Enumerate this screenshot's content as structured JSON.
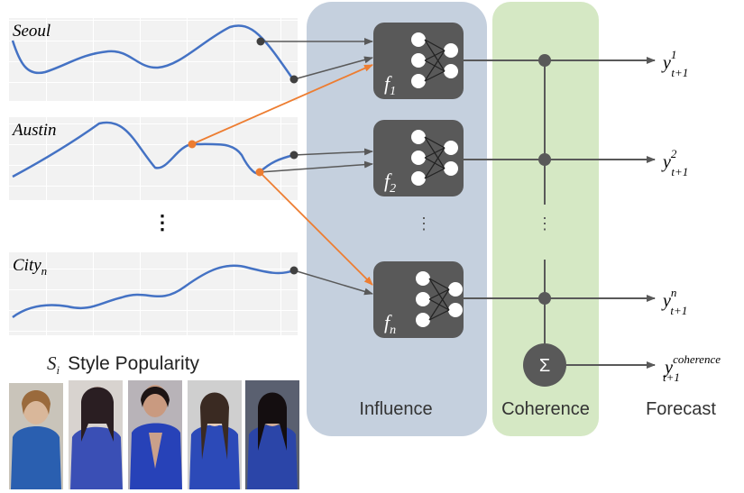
{
  "cities": [
    {
      "name": "Seoul",
      "sub": ""
    },
    {
      "name": "Austin",
      "sub": ""
    },
    {
      "name": "City",
      "sub": "n"
    }
  ],
  "caption": {
    "symbol": "S",
    "sub": "i",
    "text": "Style Popularity"
  },
  "modules": [
    {
      "name": "f",
      "sub": "1"
    },
    {
      "name": "f",
      "sub": "2"
    },
    {
      "name": "f",
      "sub": "n"
    }
  ],
  "sections": {
    "influence": "Influence",
    "coherence": "Coherence",
    "forecast": "Forecast"
  },
  "outputs": [
    {
      "base": "y",
      "sup": "1",
      "sub": "t+1"
    },
    {
      "base": "y",
      "sup": "2",
      "sub": "t+1"
    },
    {
      "base": "y",
      "sup": "n",
      "sub": "t+1"
    },
    {
      "base": "y",
      "sup": "coherence",
      "sub": "t+1"
    }
  ],
  "sum_symbol": "Σ",
  "ellipsis": "⋮",
  "colors": {
    "trend_line": "#4472c4",
    "cross_influence": "#ed7d31",
    "module_fill": "#595959",
    "influence_panel": "#c5d0de",
    "coherence_panel": "#d5e8c4"
  },
  "photo_count": 5
}
